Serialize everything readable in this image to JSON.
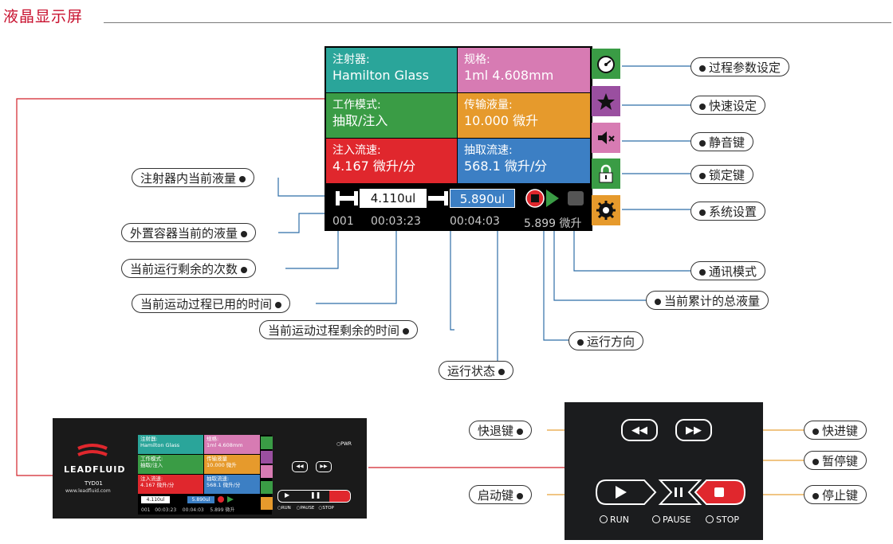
{
  "section_title": "液晶显示屏",
  "lcd": {
    "syringe_label": "注射器:",
    "syringe_value": "Hamilton Glass",
    "spec_label": "规格:",
    "spec_value": "1ml 4.608mm",
    "mode_label": "工作模式:",
    "mode_value": "抽取/注入",
    "transfer_label": "传输液量:",
    "transfer_value": "10.000  微升",
    "infuse_rate_label": "注入流速:",
    "infuse_rate_value": "4.167  微升/分",
    "withdraw_rate_label": "抽取流速:",
    "withdraw_rate_value": "568.1  微升/分",
    "syringe_volume": "4.110ul",
    "external_volume": "5.890ul",
    "count": "001",
    "elapsed": "00:03:23",
    "remaining": "00:04:03",
    "total_volume": "5.899 微升"
  },
  "callouts": {
    "process_params": "过程参数设定",
    "quick_settings": "快速设定",
    "mute_key": "静音键",
    "lock_key": "锁定键",
    "system_settings": "系统设置",
    "syringe_current_volume": "注射器内当前液量",
    "external_container_volume": "外置容器当前的液量",
    "remaining_runs": "当前运行剩余的次数",
    "elapsed_time": "当前运动过程已用的时间",
    "remaining_time": "当前运动过程剩余的时间",
    "run_state": "运行状态",
    "run_direction": "运行方向",
    "cumulative_volume": "当前累计的总液量",
    "comm_mode": "通讯模式"
  },
  "device": {
    "brand": "LEADFLUID",
    "model": "TYD01",
    "website": "www.leadfluid.com",
    "pwr_label": "PWR",
    "run_label": "RUN",
    "pause_label": "PAUSE",
    "stop_label": "STOP",
    "mini": {
      "syringe_label": "注射器:",
      "syringe_value": "Hamilton Glass",
      "spec_label": "规格:",
      "spec_value": "1ml 4.608mm",
      "mode_label": "工作模式:",
      "mode_value": "抽取/注入",
      "transfer_label": "传输液量",
      "transfer_value": "10.000  微升",
      "infuse_label": "注入流速:",
      "infuse_value": "4.167  微升/分",
      "withdraw_label": "抽取流速:",
      "withdraw_value": "568.1  微升/分",
      "syringe_volume": "4.110ul",
      "external_volume": "5.890ul",
      "count": "001",
      "elapsed": "00:03:23",
      "remaining": "00:04:03",
      "total": "5.899 微升"
    }
  },
  "panel": {
    "run_label": "RUN",
    "pause_label": "PAUSE",
    "stop_label": "STOP",
    "callouts": {
      "rewind": "快退键",
      "fast_forward": "快进键",
      "pause": "暂停键",
      "start": "启动键",
      "stop": "停止键"
    }
  },
  "colors": {
    "teal": "#2aa59a",
    "pink": "#d77bb3",
    "green": "#3a9c45",
    "orange": "#e69a2c",
    "red": "#e0272d",
    "blue": "#3c7fc4",
    "title_red": "#c8102e",
    "callout_orange": "#e8a23a",
    "leader_red": "#d2232a"
  }
}
